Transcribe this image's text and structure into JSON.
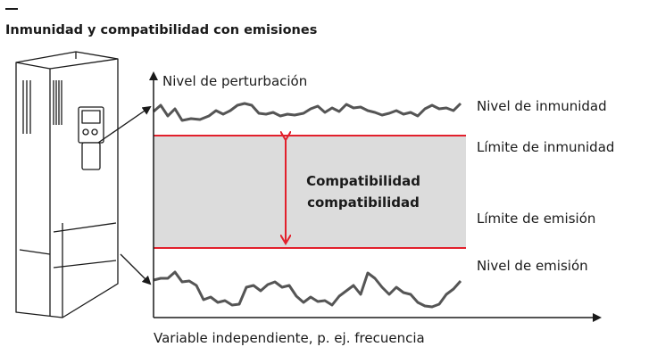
{
  "header": {
    "title": "Inmunidad y compatibilidad con emisiones"
  },
  "diagram": {
    "y_axis_label": "Nivel de perturbación",
    "x_axis_label": "Variable independiente, p. ej. frecuencia",
    "band_label_line1": "Compatibilidad",
    "band_label_line2": "compatibilidad",
    "labels": {
      "immunity_level": "Nivel de inmunidad",
      "immunity_limit": "Límite de inmunidad",
      "emission_limit": "Límite de emisión",
      "emission_level": "Nivel de emisión"
    },
    "colors": {
      "limit_line": "#e2202c",
      "band_fill": "#dcdcdc",
      "noise_line": "#555555",
      "axis": "#1a1a1a"
    }
  }
}
